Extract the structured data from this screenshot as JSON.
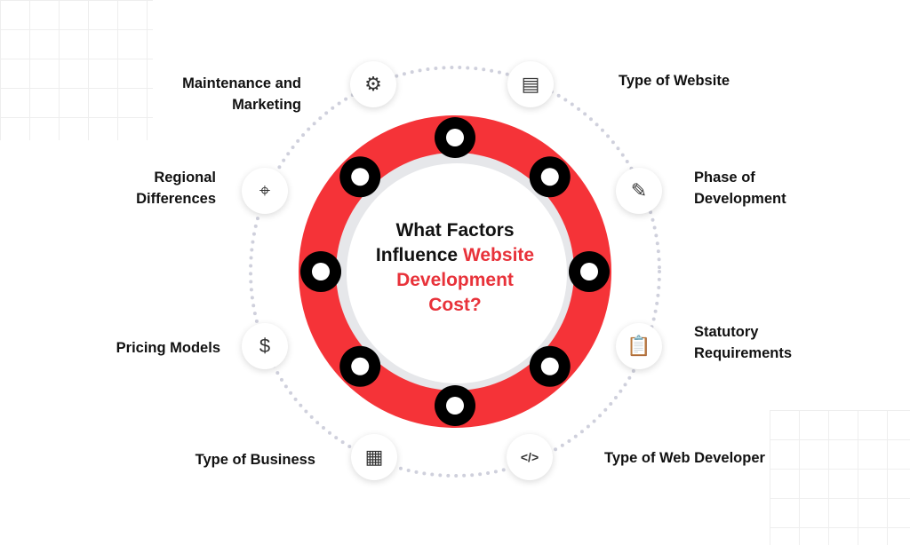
{
  "title": {
    "part1": "What Factors",
    "part2": "Influence",
    "part3": "Website",
    "part4": "Development",
    "part5": "Cost?"
  },
  "colors": {
    "accent": "#f53338",
    "dark": "#000000",
    "dots": "#cfd0dc"
  },
  "factors": [
    {
      "label1": "Maintenance and",
      "label2": "Marketing",
      "icon": "growth-chart-icon",
      "glyph": "⚙"
    },
    {
      "label1": "Type of Website",
      "label2": "",
      "icon": "website-layout-icon",
      "glyph": "▤"
    },
    {
      "label1": "Phase of",
      "label2": "Development",
      "icon": "documents-icon",
      "glyph": "✎"
    },
    {
      "label1": "Statutory",
      "label2": "Requirements",
      "icon": "clipboard-icon",
      "glyph": "📋"
    },
    {
      "label1": "Type of Web Developer",
      "label2": "",
      "icon": "code-monitor-icon",
      "glyph": "</>"
    },
    {
      "label1": "Type of Business",
      "label2": "",
      "icon": "business-icon",
      "glyph": "▦"
    },
    {
      "label1": "Pricing Models",
      "label2": "",
      "icon": "price-tag-icon",
      "glyph": "$"
    },
    {
      "label1": "Regional",
      "label2": "Differences",
      "icon": "location-route-icon",
      "glyph": "⌖"
    }
  ]
}
